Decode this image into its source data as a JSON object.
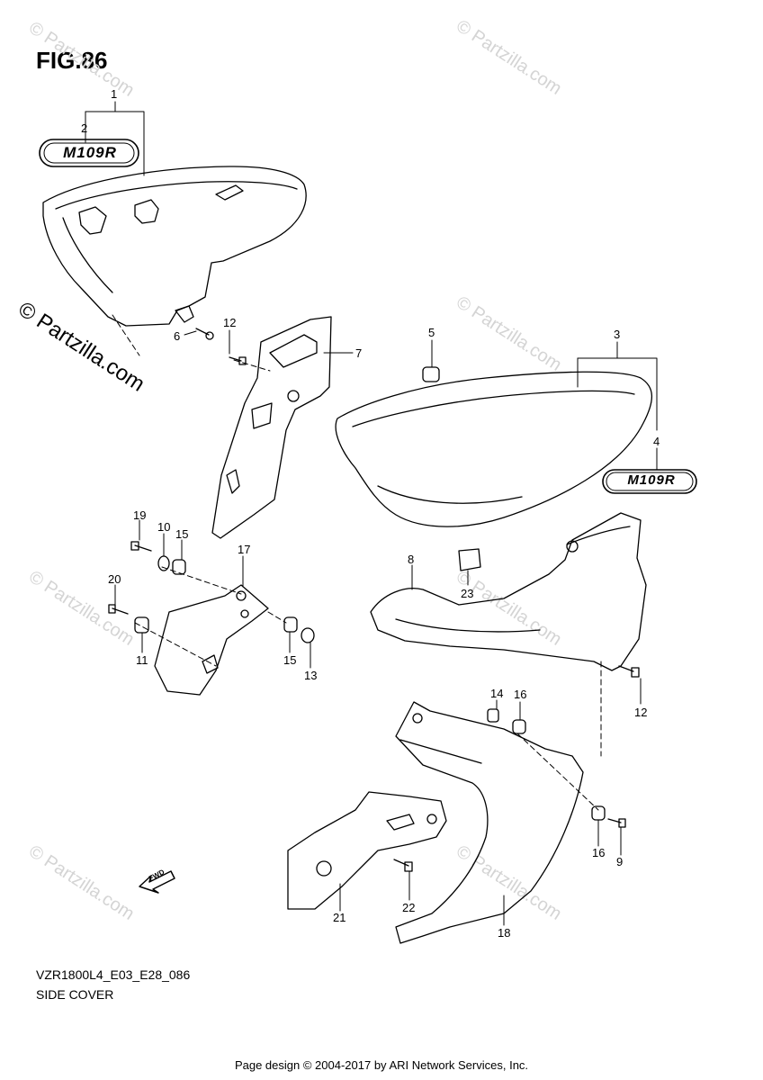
{
  "figure": {
    "title": "FIG.86",
    "code": "VZR1800L4_E03_E28_086",
    "name": "SIDE COVER",
    "copyright": "Page design © 2004-2017 by ARI Network Services, Inc."
  },
  "watermark": {
    "prominent": "© Partzilla.com",
    "faint": "© Partzilla.com"
  },
  "badges": {
    "upper": "M109R",
    "lower": "M109R"
  },
  "fwd_label": "FWD",
  "callouts": {
    "c1": "1",
    "c2": "2",
    "c3": "3",
    "c4": "4",
    "c5": "5",
    "c6": "6",
    "c7": "7",
    "c8": "8",
    "c9": "9",
    "c10": "10",
    "c11": "11",
    "c12a": "12",
    "c12b": "12",
    "c13": "13",
    "c14": "14",
    "c15a": "15",
    "c15b": "15",
    "c16a": "16",
    "c16b": "16",
    "c17": "17",
    "c18": "18",
    "c19": "19",
    "c20": "20",
    "c21": "21",
    "c22": "22",
    "c23": "23"
  }
}
